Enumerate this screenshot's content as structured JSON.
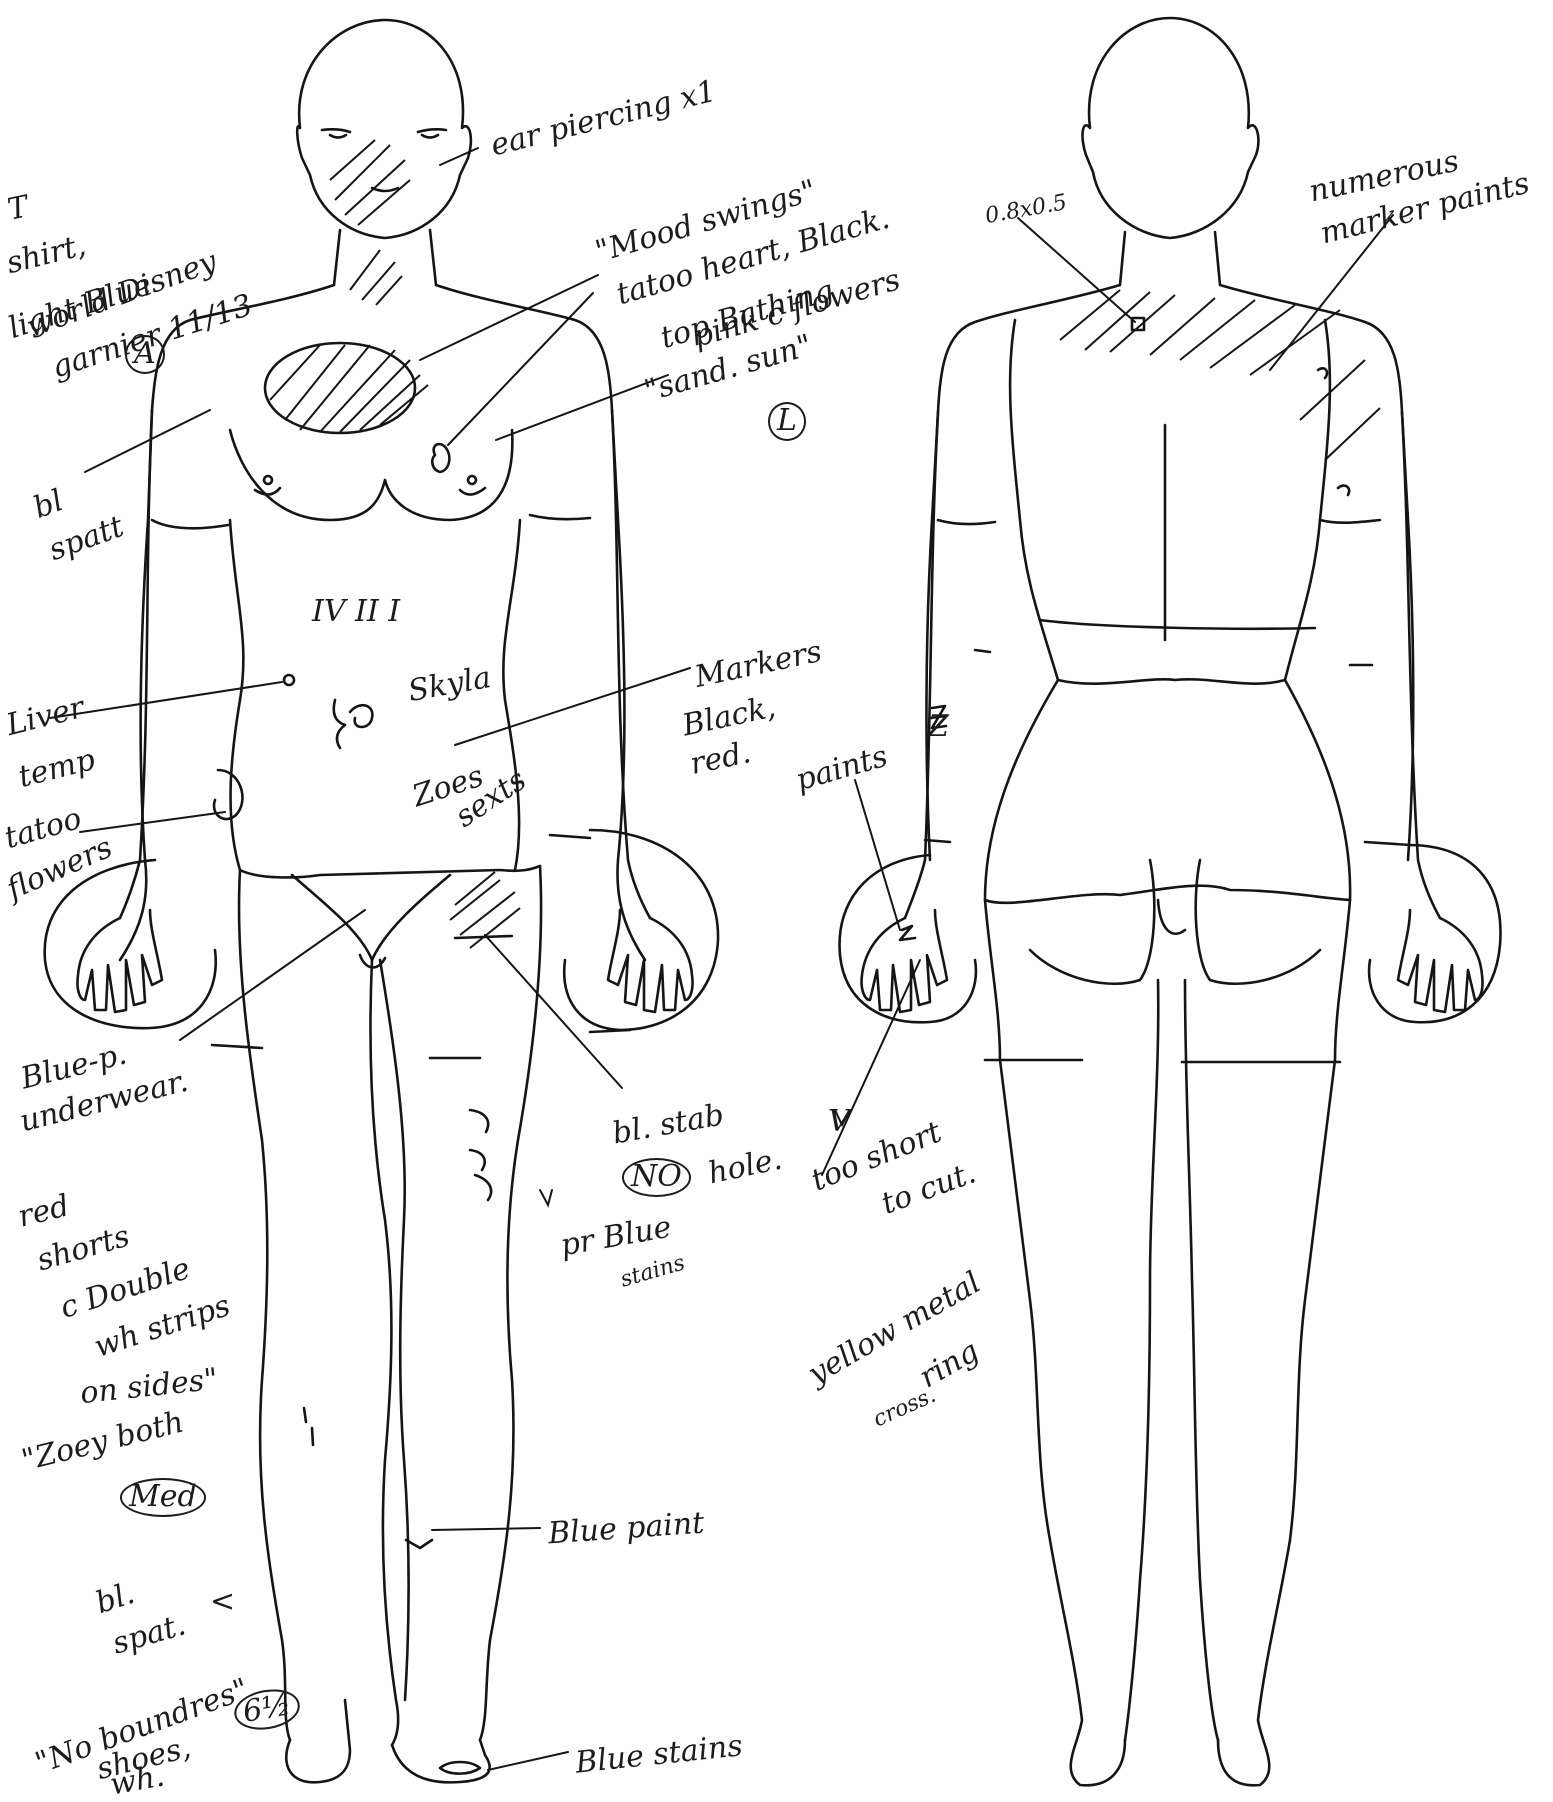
{
  "front_notes": {
    "shirt_1": "T",
    "shirt_2": "shirt,",
    "shirt_3": "light Blue",
    "shirt_4": "world Disney",
    "shirt_5": "garnier 11/13",
    "shirt_badge": "A",
    "ear": "ear piercing x1",
    "mood_1": "\"Mood swings\"",
    "mood_2": "tatoo heart, Black.",
    "bathing_1": "top Bathing",
    "bathing_2": "pink c flowers",
    "bathing_3": "\"sand. sun\"",
    "bathing_badge": "L",
    "spatter_1": "bl",
    "spatter_2": "spatt",
    "belly_marks": "IV II I",
    "skyla": "Skyla",
    "zoes": "Zoes",
    "sexts": "sexts",
    "markers_1": "Markers",
    "markers_2": "Black,",
    "markers_3": "red.",
    "liver_1": "Liver",
    "liver_2": "temp",
    "tattoo_1": "tatoo",
    "tattoo_2": "flowers",
    "underwear_1": "Blue-p.",
    "underwear_2": "underwear.",
    "stab_1": "bl. stab",
    "stab_badge": "NO",
    "stab_2": "hole.",
    "stains_1": "pr Blue",
    "stains_2": "stains",
    "shorts_1": "red",
    "shorts_2": "shorts",
    "shorts_3": "c Double",
    "shorts_4": "wh strips",
    "shorts_5": "on sides\"",
    "shorts_6": "\"Zoey both",
    "shorts_badge": "Med",
    "blue_paint": "Blue paint",
    "spat_1": "bl.",
    "spat_2": "spat.",
    "shoes_1": "\"No boundres\"",
    "shoes_badge": "6½",
    "shoes_2": "shoes,",
    "shoes_3": "wh.",
    "blue_stains": "Blue stains"
  },
  "back_notes": {
    "measure": "0.8x0.5",
    "numerous_1": "numerous",
    "numerous_2": "marker paints",
    "paints": "paints",
    "mark_z": "Z",
    "check": "V",
    "short_1": "too short",
    "short_2": "to cut.",
    "ring_1": "yellow metal",
    "ring_2": "ring",
    "ring_3": "cross."
  }
}
